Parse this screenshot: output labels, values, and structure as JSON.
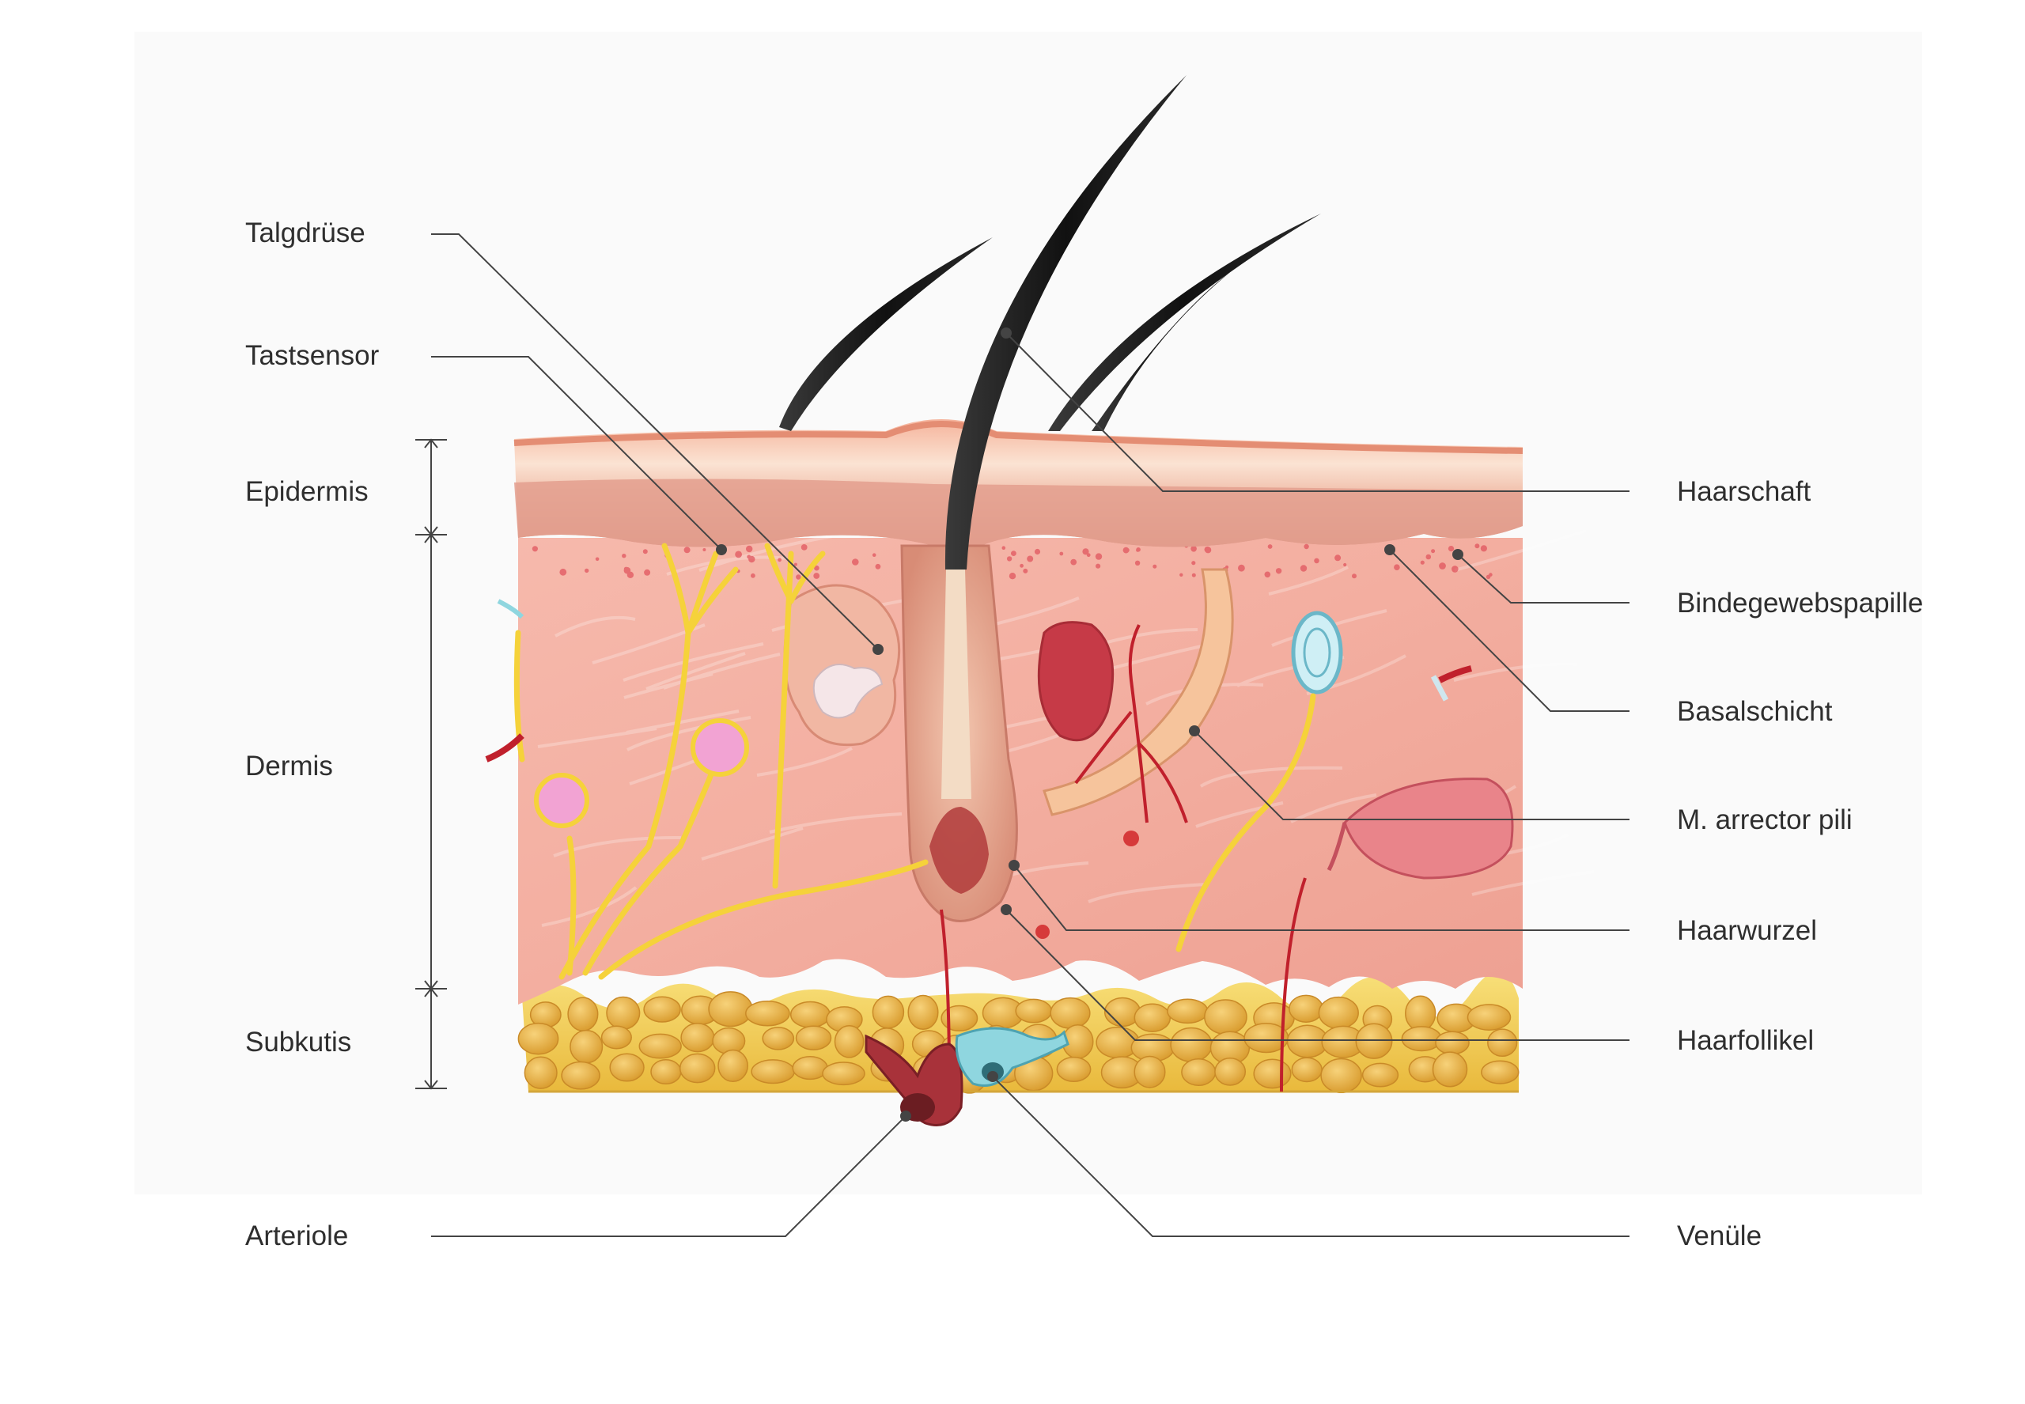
{
  "diagram": {
    "labels_left": {
      "talgdruese": "Talgdrüse",
      "tastsensor": "Tastsensor",
      "arteriole": "Arteriole"
    },
    "layers": {
      "epidermis": "Epidermis",
      "dermis": "Dermis",
      "subkutis": "Subkutis"
    },
    "labels_right": {
      "haarschaft": "Haarschaft",
      "bindegewebspapille": "Bindegewebspapille",
      "basalschicht": "Basalschicht",
      "arrector": "M. arrector pili",
      "haarwurzel": "Haarwurzel",
      "haarfollikel": "Haarfollikel",
      "venuele": "Venüle"
    },
    "colors": {
      "skin_light": "#f7c2b3",
      "skin_mid": "#ef9f92",
      "skin_dark": "#d9786c",
      "fat_yellow": "#f6d55c",
      "fat_orange": "#e6a934",
      "hair": "#1c1c1c",
      "nerve": "#f5d23a",
      "vessel_red": "#c0202c",
      "vein_blue": "#8fd6df",
      "leader_line": "#444444"
    }
  }
}
